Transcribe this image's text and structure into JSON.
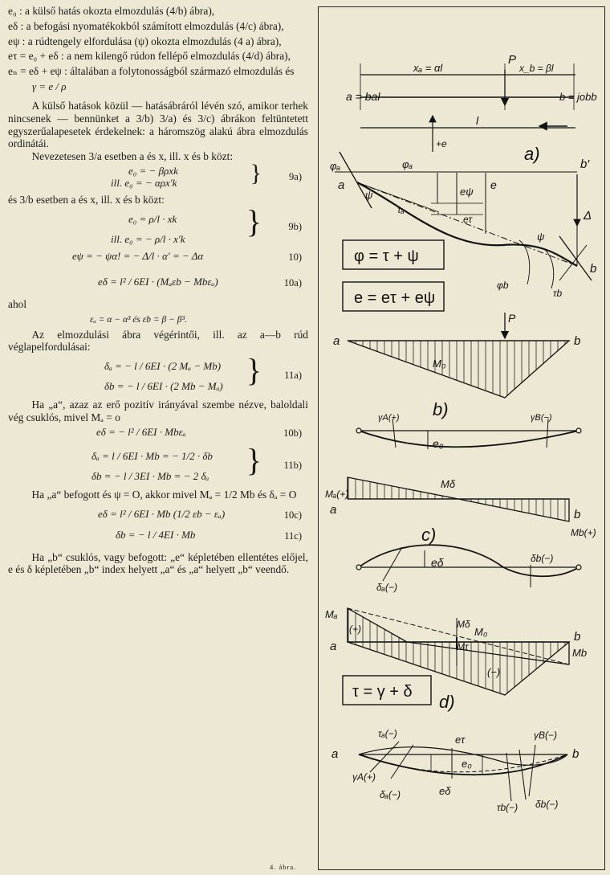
{
  "text": {
    "def1": "e₀ : a külső hatás okozta elmozdulás (4/b) ábra),",
    "def2": "eδ : a befogási nyomatékokból számított elmozdulás (4/c) ábra),",
    "def3": "eψ : a rúdtengely elfordulása (ψ) okozta elmozdulás (4 a) ábra),",
    "def4": "eτ = e₀ + eδ : a nem kilengő rúdon fellépő elmozdulás (4/d) ábra),",
    "def5": "eₙ = eδ + eψ : általában a folytonosságból származó elmozdulás és",
    "gamma_def": "γ = e / ρ",
    "para1": "A külső hatások közül — hatásábráról lévén szó, amikor terhek nincsenek — bennünket a 3/b) 3/a) és 3/c) ábrákon feltüntetett egyszerűalapesetek érdekelnek: a háromszög alakú ábra elmozdulás ordinátái.",
    "para2": "Nevezetesen 3/a esetben a és x, ill. x és b közt:",
    "eq9a_1": "e₀ = − βρxk",
    "eq9a_2": "ill. e₀ = − αρx′k",
    "eq9a_num": "9a)",
    "para3": "és 3/b esetben a és x, ill. x és b közt:",
    "eq9b_1": "e₀ = ρ/l · xk",
    "eq9b_2": "ill. e₀ = − ρ/l · x′k",
    "eq9b_num": "9b)",
    "eq10": "eψ = − ψα! = − Δ/l · α′ = − Δα",
    "eq10_num": "10)",
    "eq10a": "eδ = l² / 6EI · (Mₐεb − Mbεₐ)",
    "eq10a_num": "10a)",
    "ahol": "ahol",
    "eps_def": "εₐ = α − α³ és εb = β − β³.",
    "para4": "Az elmozdulási ábra végérintői, ill. az a—b rúd véglapelfordulásai:",
    "eq11a_1": "δₐ = − l / 6EI · (2 Mₐ − Mb)",
    "eq11a_2": "δb = − l / 6EI · (2 Mb − Mₐ)",
    "eq11a_num": "11a)",
    "para5": "Ha „a“, azaz az erő pozitív irányával szembe nézve, baloldali vég csuklós, mivel Mₐ = o",
    "eq10b": "eδ = − l² / 6EI · Mbεₐ",
    "eq10b_num": "10b)",
    "eq11b_1": "δₐ = l / 6EI · Mb = − 1/2 · δb",
    "eq11b_2": "δb = − l / 3EI · Mb = − 2 δₐ",
    "eq11b_num": "11b)",
    "para6": "Ha „a“ befogott és ψ = O, akkor mivel Mₐ = 1/2 Mb és δₐ = O",
    "eq10c": "eδ = l² / 6EI · Mb (1/2 εb − εₐ)",
    "eq10c_num": "10c)",
    "eq11c": "δb = − l / 4EI · Mb",
    "eq11c_num": "11c)",
    "para7": "Ha „b“ csuklós, vagy befogott: „e“ képletében ellentétes előjel, e és δ képletében „b“ index helyett „a“ és „a“ helyett „b“ veendő.",
    "footer": "4. ábra."
  },
  "figure": {
    "labels": {
      "xa": "xₐ = αl",
      "P": "P",
      "xb": "x_b = βl",
      "abal": "a = bal",
      "bjobb": "b = jobb",
      "l": "l",
      "plus_e": "+e",
      "fig_a": "a)",
      "phi_a": "φₐ",
      "phi_a2": "φₐ",
      "psi": "ψ",
      "tau_a": "τₐ",
      "e_psi": "eψ",
      "e": "e",
      "e_tau": "eτ",
      "b_prime": "b′",
      "Delta": "Δ",
      "psi2": "ψ",
      "phi_b": "φb",
      "tau_b": "τb",
      "box1": "φ = τ + ψ",
      "box2": "e = eτ + eψ",
      "a": "a",
      "b": "b",
      "M0": "M₀",
      "fig_b": "b)",
      "gamma_a": "γA(+)",
      "gamma_b": "γB(−)",
      "e0": "e₀",
      "Ma_plus": "Mₐ(+)",
      "Mdelta": "Mδ",
      "Mb_plus": "Mb(+)",
      "fig_c": "c)",
      "edelta": "eδ",
      "delta_b": "δb(−)",
      "delta_a": "δₐ(−)",
      "Ma": "Mₐ",
      "plus": "(+)",
      "Mdelta2": "Mδ",
      "M0_2": "M₀",
      "Mtau": "Mτ",
      "Mb": "Mb",
      "minus": "(−)",
      "box3": "τ = γ + δ",
      "fig_d": "d)",
      "tau_a2": "τₐ(−)",
      "e_tau2": "eτ",
      "gamma_b2": "γB(−)",
      "gamma_a2": "γA(+)",
      "delta_a2": "δₐ(−)",
      "e_delta2": "eδ",
      "e0_2": "e₀",
      "tau_b2": "τb(−)",
      "delta_b2": "δb(−)"
    }
  }
}
